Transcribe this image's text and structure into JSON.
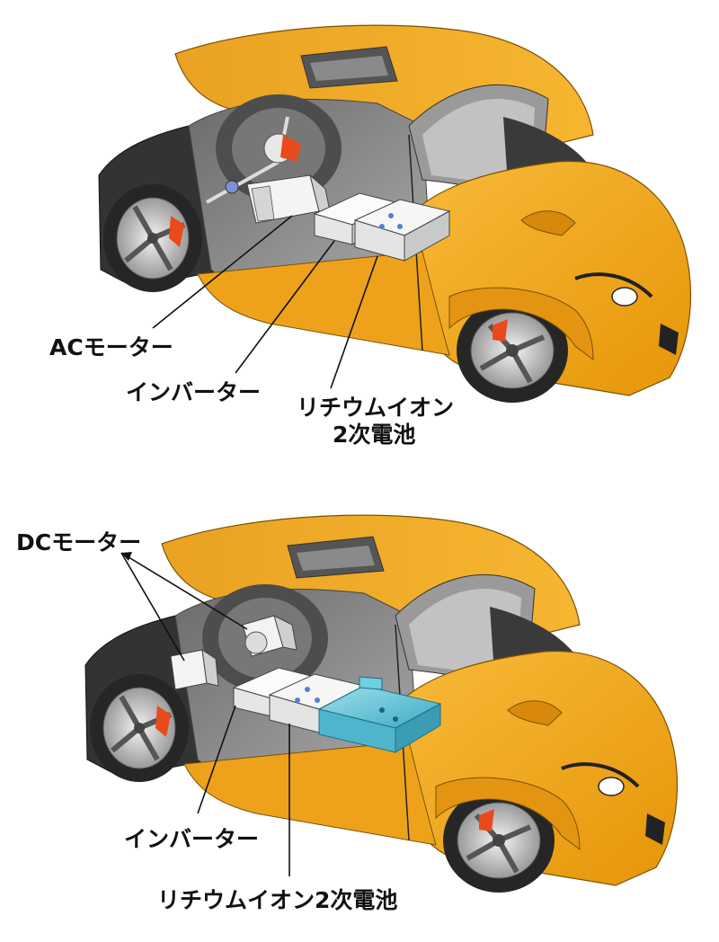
{
  "diagram_top": {
    "labels": {
      "ac_motor": "ACモーター",
      "inverter": "インバーター",
      "battery_line1": "リチウムイオン",
      "battery_line2": "2次電池"
    }
  },
  "diagram_bottom": {
    "labels": {
      "dc_motor": "DCモーター",
      "inverter": "インバーター",
      "battery": "リチウムイオン2次電池"
    }
  },
  "colors": {
    "body": "#f2a71c",
    "body_dark": "#c57d08",
    "interior": "#8e8e8e",
    "interior_dark": "#5c5c5c",
    "tire": "#2e2e2e",
    "rim": "#cfcfcf",
    "brake": "#e84a1c",
    "component": "#f0f0f0",
    "battery_cyan": "#5fc4d8"
  }
}
